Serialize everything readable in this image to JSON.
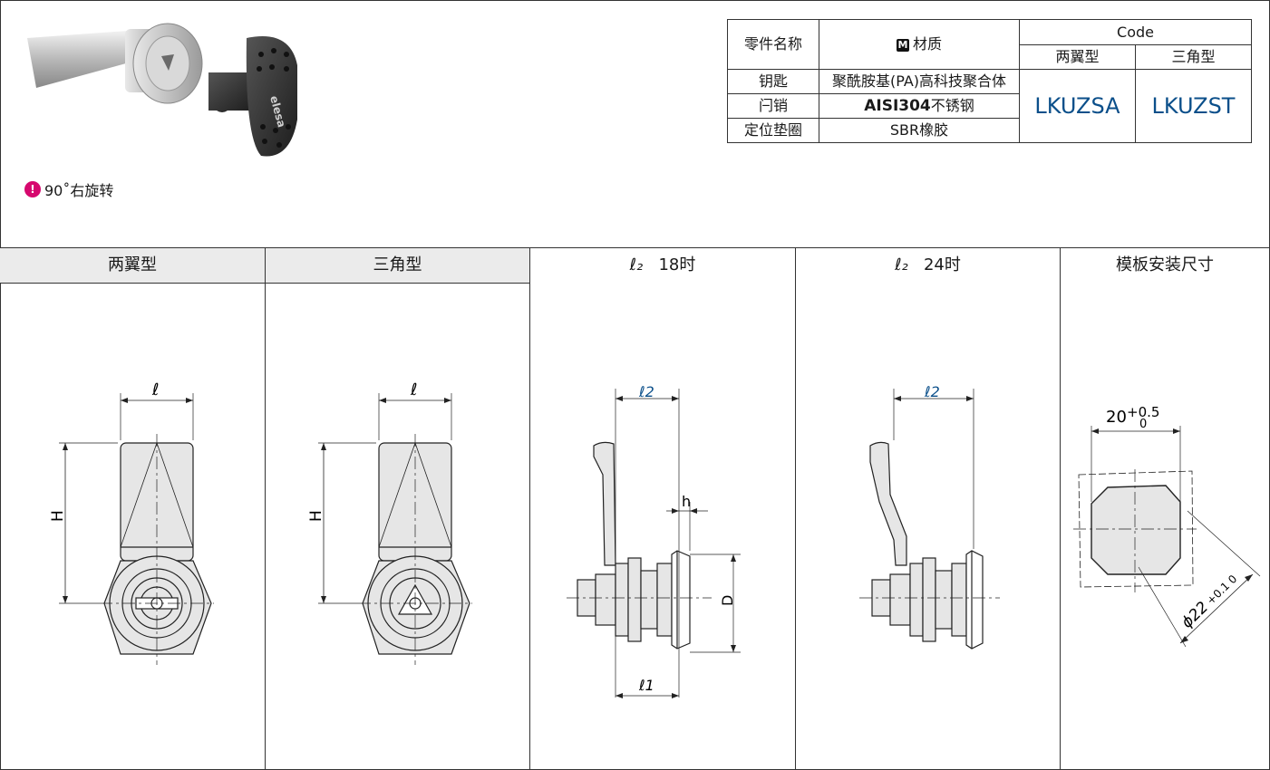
{
  "note": {
    "icon": "exclamation-icon",
    "text": "90˚右旋转"
  },
  "spec_table": {
    "col_name": "零件名称",
    "col_material_badge": "M",
    "col_material": "材质",
    "col_code": "Code",
    "col_code_a": "两翼型",
    "col_code_b": "三角型",
    "rows": [
      {
        "part": "钥匙",
        "material": "聚酰胺基(PA)高科技聚合体"
      },
      {
        "part": "闩销",
        "material_bold": "AISI304",
        "material": "不锈钢"
      },
      {
        "part": "定位垫圈",
        "material": "SBR橡胶"
      }
    ],
    "code_a": "LKUZSA",
    "code_b": "LKUZST"
  },
  "columns": [
    {
      "title": "两翼型"
    },
    {
      "title": "三角型"
    },
    {
      "title_sym": "ℓ₂",
      "title": "18时"
    },
    {
      "title_sym": "ℓ₂",
      "title": "24时"
    },
    {
      "title": "模板安装尺寸"
    }
  ],
  "dims": {
    "l": "ℓ",
    "H": "H",
    "l2": "ℓ2",
    "l1": "ℓ1",
    "h": "h",
    "D": "D",
    "w20": "20",
    "w20_tol_up": "+0.5",
    "w20_tol_lo": "0",
    "d22": "ϕ22",
    "d22_tol": "+0.1 0"
  },
  "logo_text": "elesa",
  "colors": {
    "accent": "#0b4f8a",
    "note": "#d6086e",
    "header_bg": "#ebebeb"
  }
}
